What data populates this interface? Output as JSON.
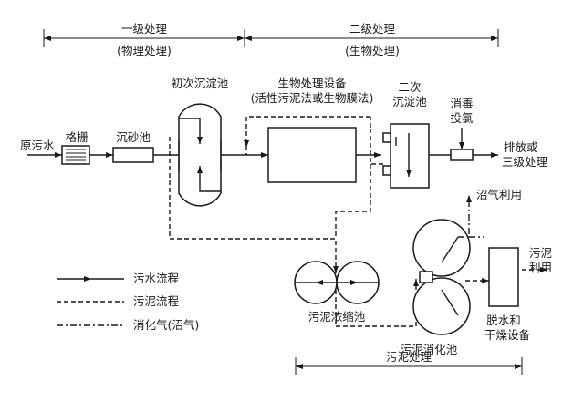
{
  "stages": {
    "primary": {
      "title": "一级处理",
      "subtitle": "(物理处理)"
    },
    "secondary": {
      "title": "二级处理",
      "subtitle": "(生物处理)"
    },
    "sludge": {
      "title": "污泥处理"
    }
  },
  "labels": {
    "raw_sewage": "原污水",
    "screen": "格栅",
    "grit_chamber": "沉砂池",
    "primary_clarifier": "初次沉淀池",
    "bio_equipment_line1": "生物处理设备",
    "bio_equipment_line2": "(活性污泥法或生物膜法)",
    "secondary_clarifier_line1": "二次",
    "secondary_clarifier_line2": "沉淀池",
    "disinfection_line1": "消毒",
    "disinfection_line2": "投氯",
    "discharge_line1": "排放或",
    "discharge_line2": "三级处理",
    "biogas_use": "沼气利用",
    "sludge_use_line1": "污泥",
    "sludge_use_line2": "利用",
    "thickener": "污泥浓缩池",
    "digester": "污泥消化池",
    "dewater_line1": "脱水和",
    "dewater_line2": "干燥设备"
  },
  "legend": {
    "sewage_flow": "污水流程",
    "sludge_flow": "污泥流程",
    "biogas": "消化气(沼气)"
  }
}
